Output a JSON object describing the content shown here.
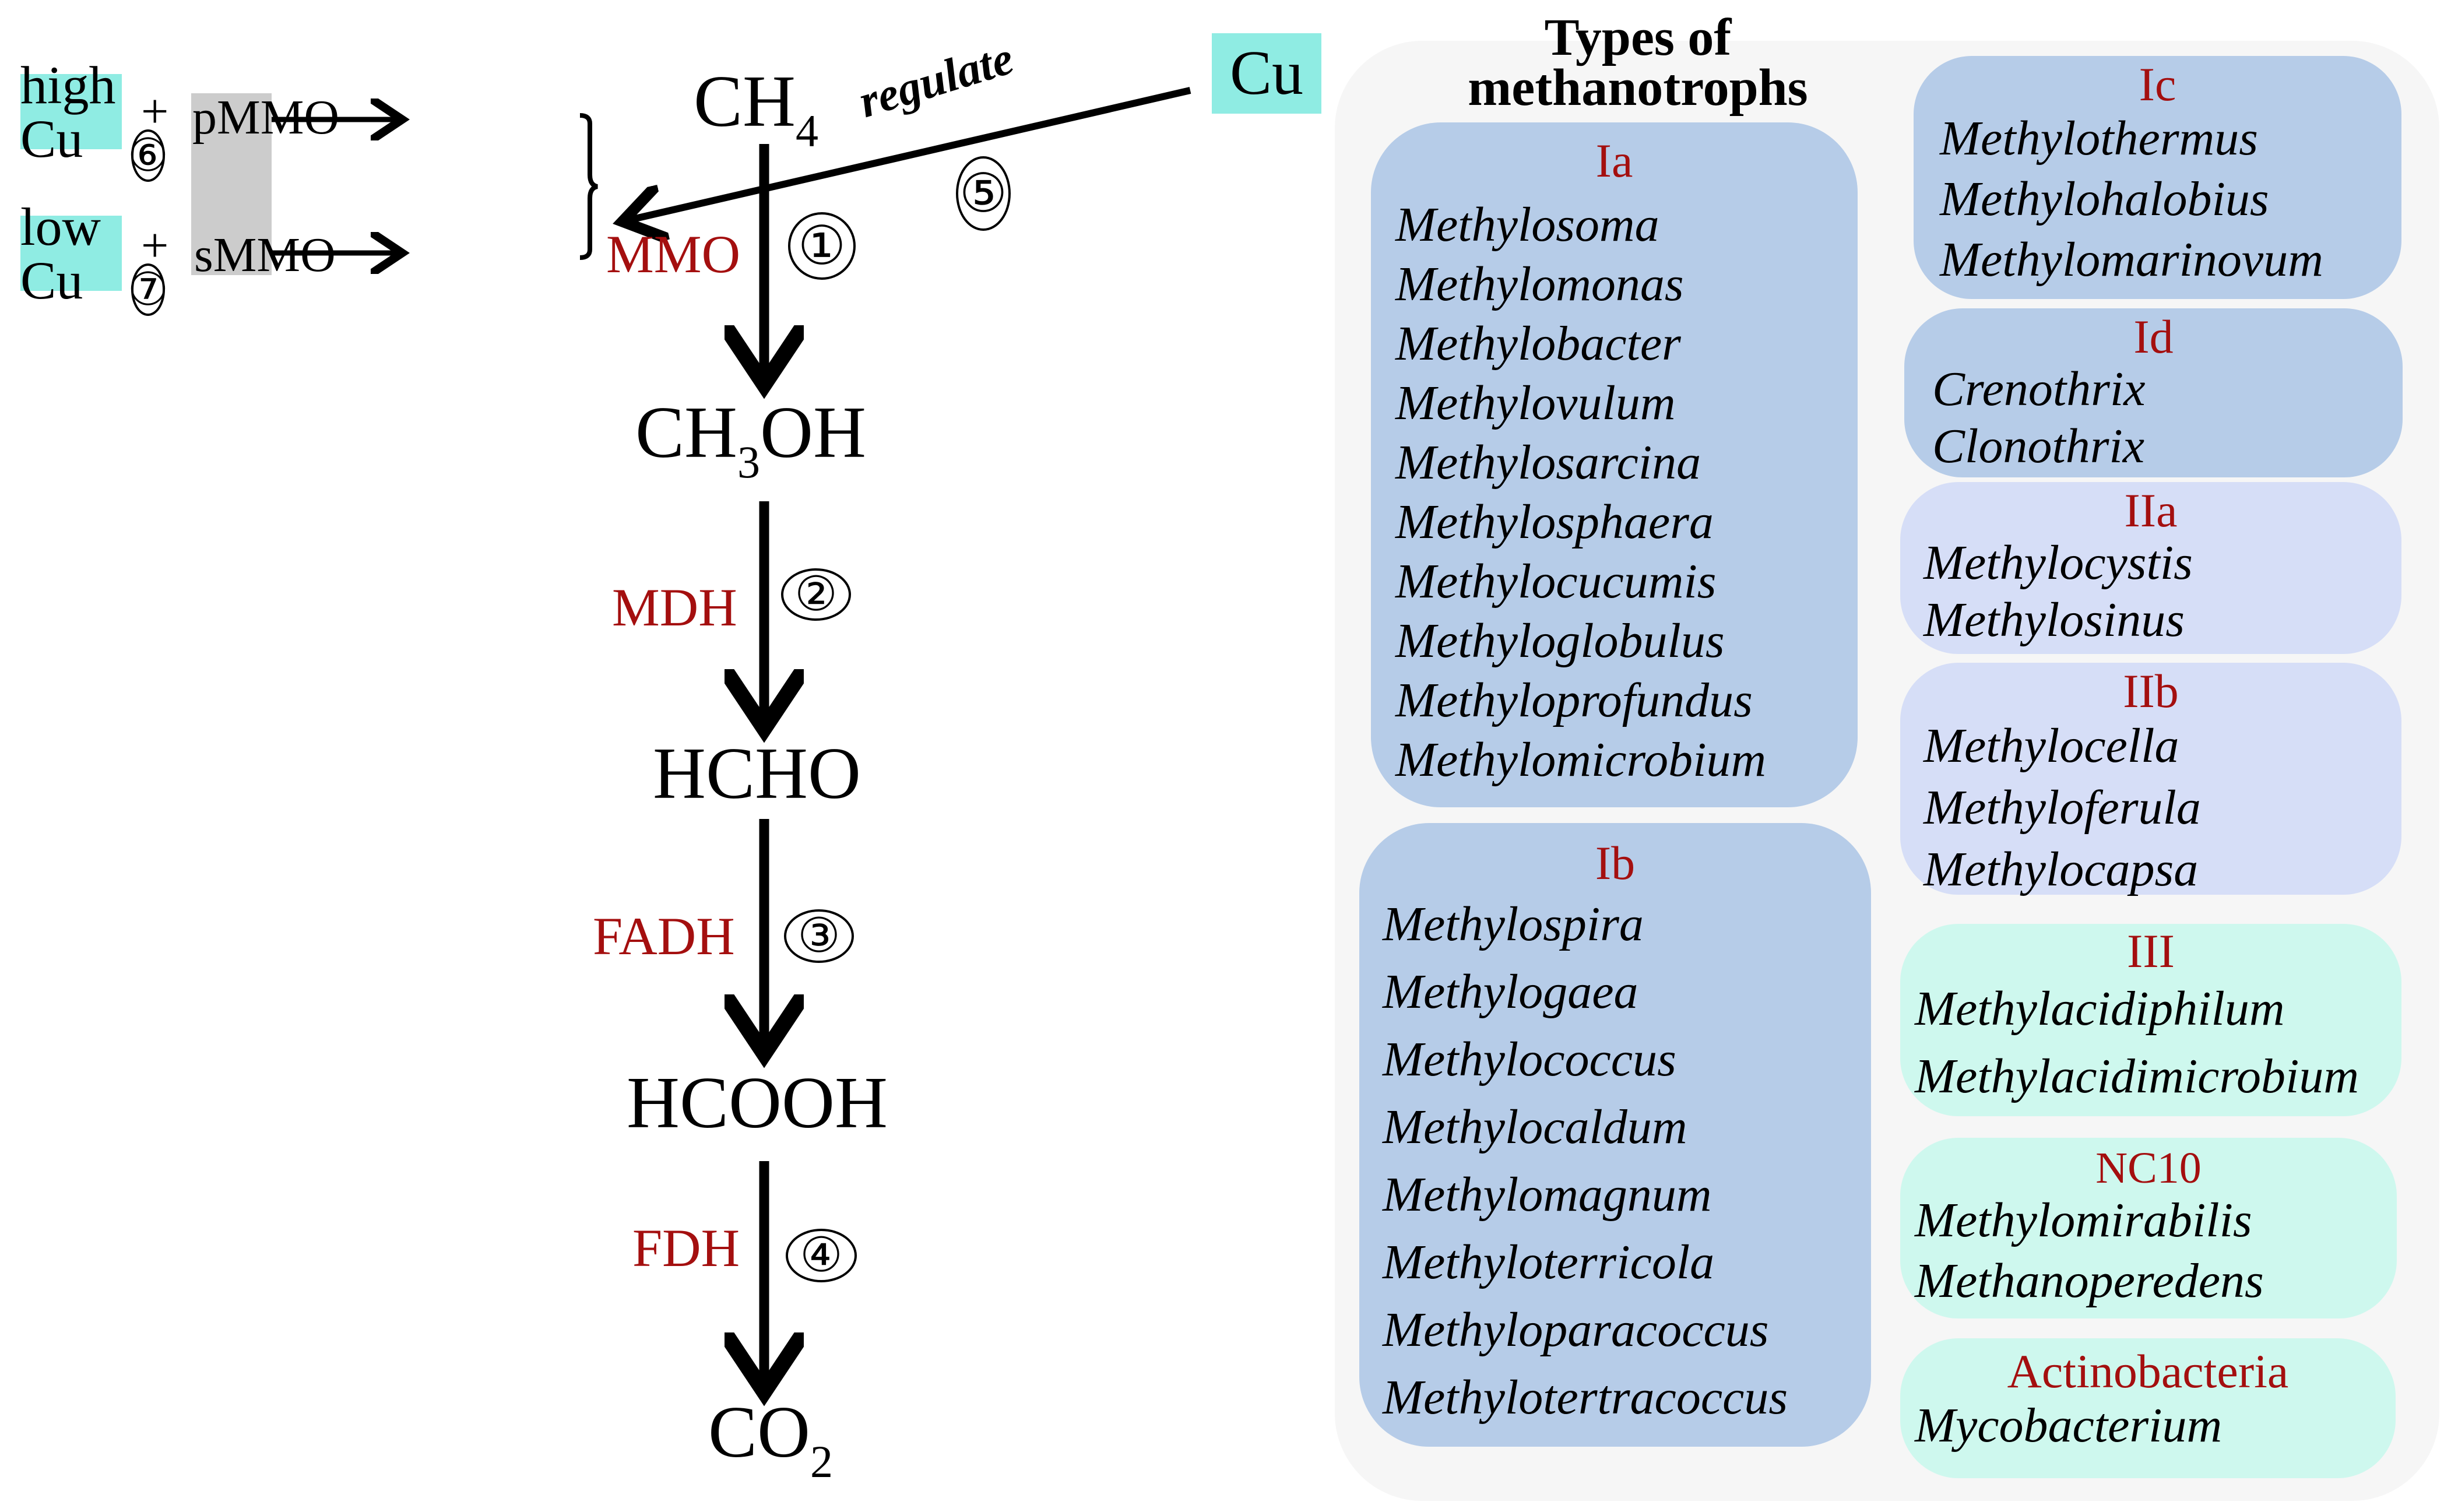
{
  "pathway": {
    "compounds": [
      {
        "base": "CH",
        "sub": "4",
        "after": ""
      },
      {
        "base": "CH",
        "sub": "3",
        "after": "OH"
      },
      {
        "base": "HCHO",
        "sub": "",
        "after": ""
      },
      {
        "base": "HCOOH",
        "sub": "",
        "after": ""
      },
      {
        "base": "CO",
        "sub": "2",
        "after": ""
      }
    ],
    "enzymes": [
      "MMO",
      "MDH",
      "FADH",
      "FDH"
    ],
    "steps": [
      "①",
      "②",
      "③",
      "④"
    ]
  },
  "regulation": {
    "cu_label": "Cu",
    "regulate_label": "regulate",
    "regulate_step": "⑤",
    "high_cu": "high Cu",
    "low_cu": "low Cu",
    "pmmo": "pMMO",
    "smmo": "sMMO",
    "plus": "+",
    "high_step": "⑥",
    "low_step": "⑦"
  },
  "methanotrophs": {
    "title_line1": "Types of",
    "title_line2": "methanotrophs",
    "groups": [
      {
        "label": "Ia",
        "genera": [
          "Methylosoma",
          "Methylomonas",
          "Methylobacter",
          "Methylovulum",
          "Methylosarcina",
          "Methylosphaera",
          "Methylocucumis",
          "Methyloglobulus",
          "Methyloprofundus",
          "Methylomicrobium"
        ]
      },
      {
        "label": "Ib",
        "genera": [
          "Methylospira",
          "Methylogaea",
          "Methylococcus",
          "Methylocaldum",
          "Methylomagnum",
          "Methyloterricola",
          "Methyloparacoccus",
          "Methylotertracoccus"
        ]
      },
      {
        "label": "Ic",
        "genera": [
          "Methylothermus",
          "Methylohalobius",
          "Methylomarinovum"
        ]
      },
      {
        "label": "Id",
        "genera": [
          "Crenothrix",
          "Clonothrix"
        ]
      },
      {
        "label": "IIa",
        "genera": [
          "Methylocystis",
          "Methylosinus"
        ]
      },
      {
        "label": "IIb",
        "genera": [
          "Methylocella",
          "Methyloferula",
          "Methylocapsa"
        ]
      },
      {
        "label": "III",
        "genera": [
          "Methylacidiphilum",
          "Methylacidimicrobium"
        ]
      },
      {
        "label": "NC10",
        "genera": [
          "Methylomirabilis",
          "Methanoperedens"
        ]
      },
      {
        "label": "Actinobacteria",
        "genera": [
          "Mycobacterium"
        ]
      }
    ]
  },
  "colors": {
    "cu_box": "#8fece3",
    "enzyme_red": "#a40f0f",
    "type_I_box": "#b6cce8",
    "type_II_box": "#d6def7",
    "other_box": "#cef8ee",
    "panel_bg": "#f6f6f6",
    "enzyme_box": "#cccccc"
  }
}
